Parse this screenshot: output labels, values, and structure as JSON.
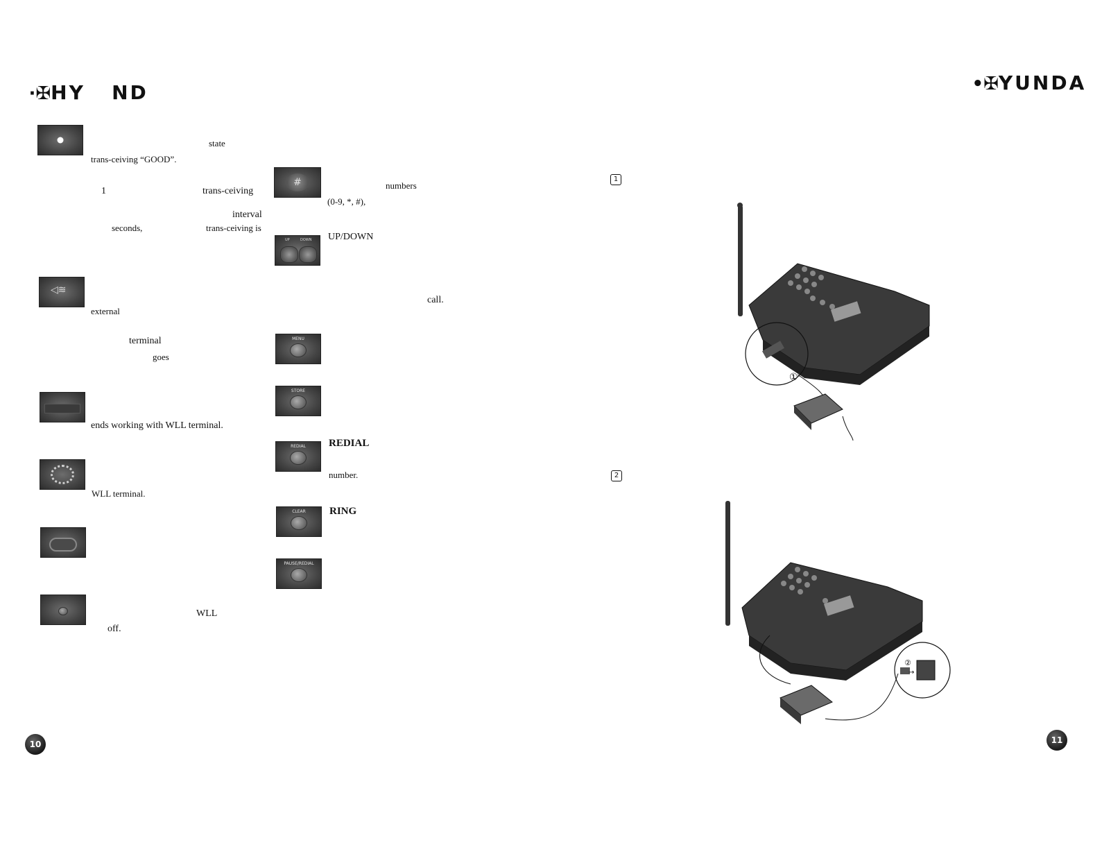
{
  "header": {
    "left_brand": "HY   ND",
    "right_brand": "YUNDA"
  },
  "left_column": {
    "state": "state",
    "trans_good": "trans-ceiving   “GOOD”.",
    "one": "1",
    "trans_ceiving": "trans-ceiving",
    "interval": "interval",
    "seconds": "seconds,",
    "trans_is": "trans-ceiving is",
    "external": "external",
    "terminal": "terminal",
    "goes": "goes",
    "ends_working": "ends working with WLL terminal.",
    "wll_terminal": "WLL terminal.",
    "wll": "WLL",
    "off": "off."
  },
  "middle_column": {
    "numbers": "numbers",
    "keys": "(0-9, *, #),",
    "updown": "UP/DOWN",
    "call": "call.",
    "redial": "REDIAL",
    "number": "number.",
    "ring": "RING"
  },
  "buttons": {
    "updown_up": "UP",
    "updown_down": "DOWN",
    "menu": "MENU",
    "store": "STORE",
    "redial": "REDIAL",
    "clear": "CLEAR",
    "redial_pause": "PAUSE/REDIAL"
  },
  "right_page": {
    "step1": "1",
    "step2": "2",
    "callout1": "①",
    "callout2": "②"
  },
  "pages": {
    "left": "10",
    "right": "11"
  }
}
